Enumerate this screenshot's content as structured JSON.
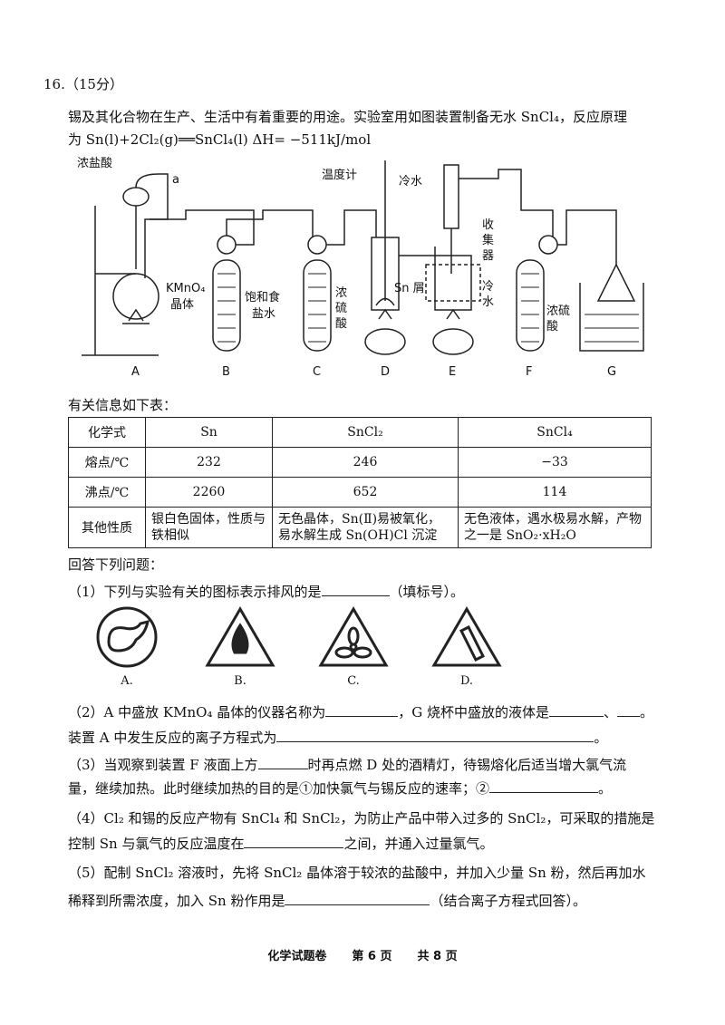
{
  "question": {
    "number": "16.（15分）",
    "intro1": "锡及其化合物在生产、生活中有着重要的用途。实验室用如图装置制备无水 SnCl₄，反应原理",
    "intro2": "为 Sn(l)+2Cl₂(g)══SnCl₄(l)  ΔH= −511kJ/mol"
  },
  "diagram": {
    "labels": {
      "conc_hcl": "浓盐酸",
      "a": "a",
      "kmno4": "KMnO₄",
      "crystal": "晶体",
      "sat_salt1": "饱和食",
      "sat_salt2": "盐水",
      "conc_h2so4_c1": "浓",
      "conc_h2so4_c2": "硫",
      "conc_h2so4_c3": "酸",
      "thermometer": "温度计",
      "cold_water_top": "冷水",
      "sn_chips": "Sn 屑",
      "collector1": "收",
      "collector2": "集",
      "collector3": "器",
      "cold_water1": "冷",
      "cold_water2": "水",
      "f1": "浓硫",
      "f2": "酸"
    },
    "apparatus": [
      "A",
      "B",
      "C",
      "D",
      "E",
      "F",
      "G"
    ]
  },
  "table_intro": "有关信息如下表：",
  "table": {
    "headers": [
      "化学式",
      "Sn",
      "SnCl₂",
      "SnCl₄"
    ],
    "rows": [
      [
        "熔点/℃",
        "232",
        "246",
        "−33"
      ],
      [
        "沸点/℃",
        "2260",
        "652",
        "114"
      ],
      [
        "其他性质",
        "银白色固体，性质与铁相似",
        "无色晶体，Sn(Ⅱ)易被氧化，易水解生成 Sn(OH)Cl 沉淀",
        "无色液体，遇水极易水解，产物之一是 SnO₂·xH₂O"
      ]
    ]
  },
  "answer_intro": "回答下列问题：",
  "q1": {
    "text": "（1）下列与实验有关的图标表示排风的是",
    "suffix": "（填标号）。",
    "options": [
      "A.",
      "B.",
      "C.",
      "D."
    ]
  },
  "q2": {
    "a": "（2）A 中盛放 KMnO₄ 晶体的仪器名称为",
    "b": "，G 烧杯中盛放的液体是",
    "c": "、",
    "d": "。",
    "e": "装置 A 中发生反应的离子方程式为",
    "f": "。"
  },
  "q3": {
    "a": "（3）当观察到装置 F 液面上方",
    "b": "时再点燃 D 处的酒精灯，待锡熔化后适当增大氯气流",
    "c": "量，继续加热。此时继续加热的目的是①加快氯气与锡反应的速率；②",
    "d": "。"
  },
  "q4": {
    "a": "（4）Cl₂ 和锡的反应产物有 SnCl₄ 和 SnCl₂，为防止产品中带入过多的 SnCl₂，可采取的措施是",
    "b": "控制 Sn 与氯气的反应温度在",
    "c": "之间，并通入过量氯气。"
  },
  "q5": {
    "a": "（5）配制 SnCl₂ 溶液时，先将 SnCl₂ 晶体溶于较浓的盐酸中，并加入少量 Sn 粉，然后再加水",
    "b": "稀释到所需浓度，加入 Sn 粉作用是",
    "c": "（结合离子方程式回答）。"
  },
  "footer": {
    "subject": "化学试题卷",
    "page": "第 6 页",
    "total": "共 8 页"
  }
}
